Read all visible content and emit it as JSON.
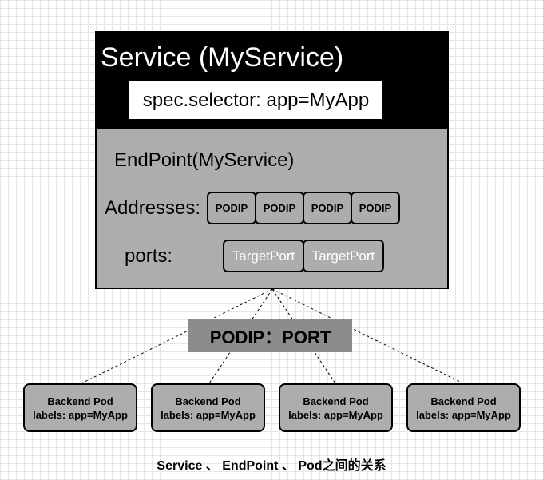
{
  "service": {
    "title": "Service (MyService)",
    "selector": "spec.selector: app=MyApp"
  },
  "endpoint": {
    "title": "EndPoint(MyService)",
    "addresses_label": "Addresses:",
    "addresses": [
      "PODIP",
      "PODIP",
      "PODIP",
      "PODIP"
    ],
    "ports_label": "ports:",
    "ports": [
      "TargetPort",
      "TargetPort"
    ]
  },
  "connector": {
    "label": "PODIP：PORT"
  },
  "pods": [
    {
      "name": "Backend Pod",
      "labels": "labels: app=MyApp"
    },
    {
      "name": "Backend Pod",
      "labels": "labels: app=MyApp"
    },
    {
      "name": "Backend Pod",
      "labels": "labels: app=MyApp"
    },
    {
      "name": "Backend Pod",
      "labels": "labels: app=MyApp"
    }
  ],
  "caption": "Service 、 EndPoint 、 Pod之间的关系",
  "colors": {
    "service_header": "#000000",
    "endpoint_fill": "#adadad",
    "connector_fill": "#8c8c8c",
    "port_text": "#ffffff"
  }
}
